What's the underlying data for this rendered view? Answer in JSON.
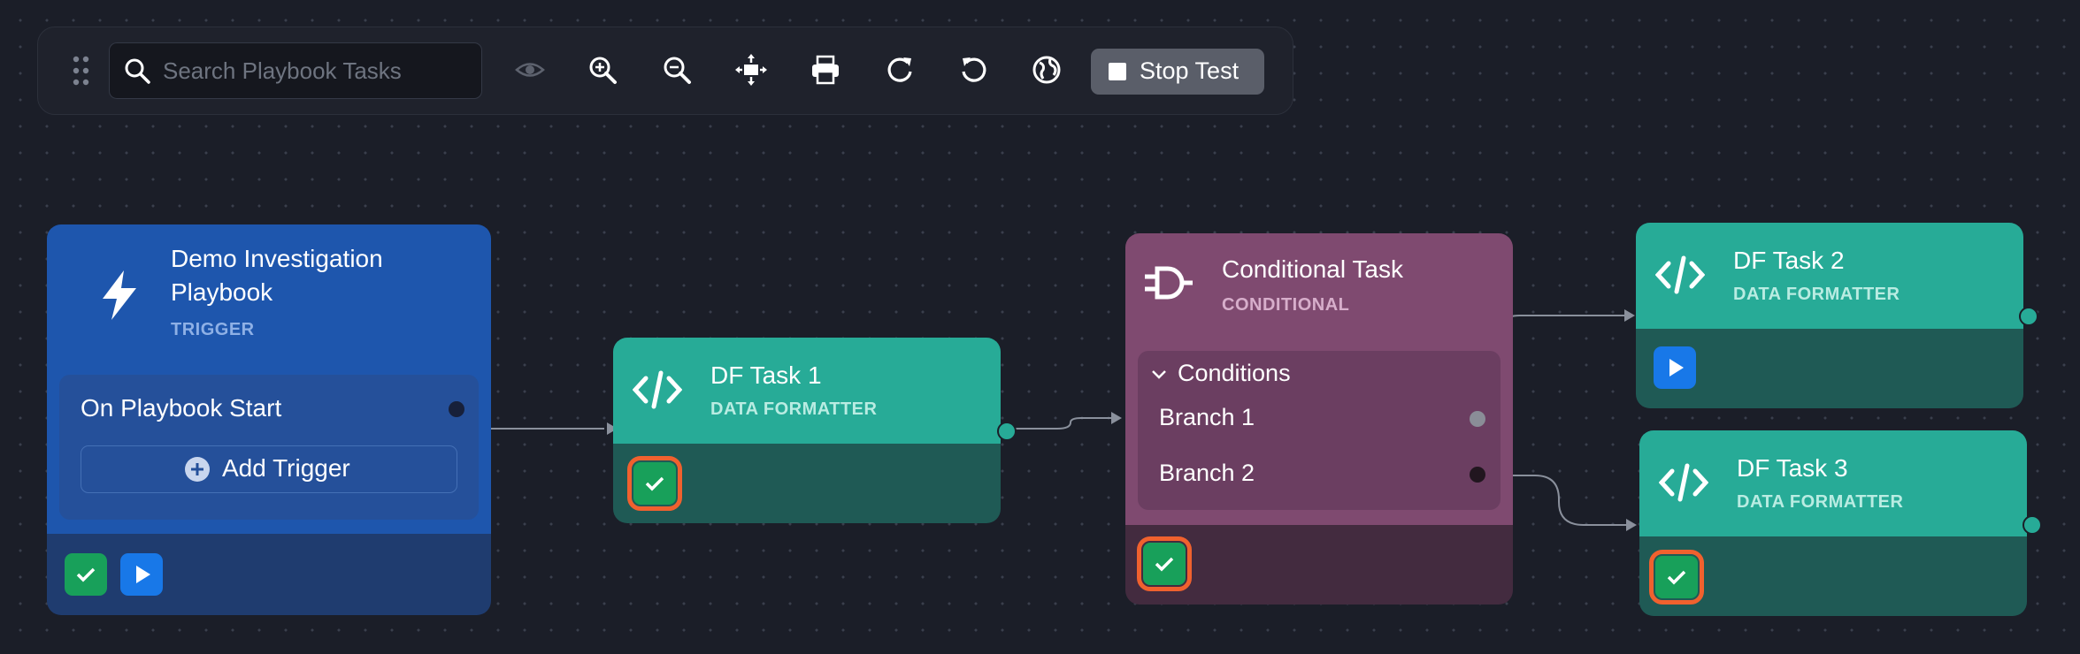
{
  "toolbar": {
    "search_placeholder": "Search Playbook Tasks",
    "stop_test_label": "Stop Test",
    "icons": [
      "drag-handle-icon",
      "search-icon",
      "eye-icon",
      "zoom-in-icon",
      "zoom-out-icon",
      "fit-view-icon",
      "print-icon",
      "redo-icon",
      "undo-icon",
      "globe-icon",
      "stop-square-icon"
    ]
  },
  "nodes": {
    "trigger": {
      "title_line1": "Demo Investigation",
      "title_line2": "Playbook",
      "type": "TRIGGER",
      "event": "On Playbook Start",
      "add_trigger_label": "Add Trigger",
      "color": "#1e56ad"
    },
    "df1": {
      "title": "DF Task 1",
      "type": "DATA FORMATTER",
      "status": "success"
    },
    "conditional": {
      "title": "Conditional Task",
      "type": "CONDITIONAL",
      "conditions_label": "Conditions",
      "branches": [
        "Branch 1",
        "Branch 2"
      ],
      "status": "success",
      "color": "#7f4a70"
    },
    "df2": {
      "title": "DF Task 2",
      "type": "DATA FORMATTER",
      "status": "run"
    },
    "df3": {
      "title": "DF Task 3",
      "type": "DATA FORMATTER",
      "status": "success"
    }
  },
  "colors": {
    "canvas": "#1b1e28",
    "data_formatter": "#27ab97",
    "success": "#18a05a",
    "run": "#1878e8",
    "highlight_ring": "#f0612e"
  }
}
